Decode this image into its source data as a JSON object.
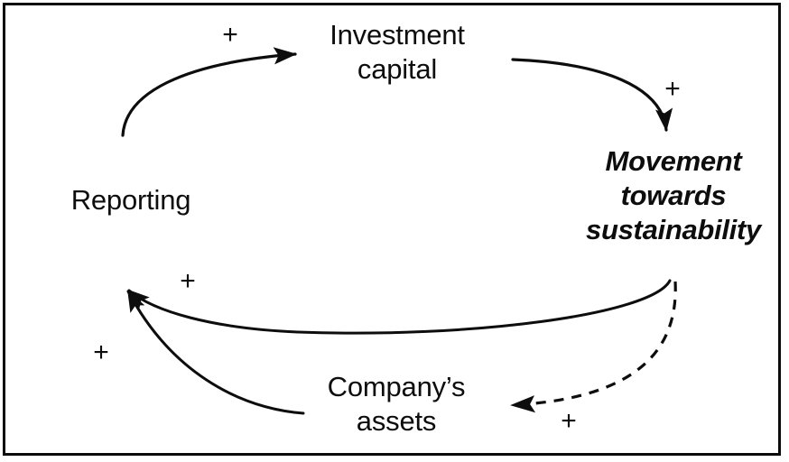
{
  "diagram": {
    "type": "causal-loop-diagram",
    "background_color": "#ffffff",
    "stroke_color": "#0d0d0d",
    "border_color": "#0b0b0b",
    "nodes": [
      {
        "id": "investment-capital",
        "label": "Investment\ncapital",
        "style": "regular"
      },
      {
        "id": "movement-towards-sustainability",
        "label": "Movement\ntowards\nsustainability",
        "style": "italic-bold"
      },
      {
        "id": "company-assets",
        "label": "Company’s\nassets",
        "style": "regular"
      },
      {
        "id": "reporting",
        "label": "Reporting",
        "style": "regular"
      }
    ],
    "links": [
      {
        "id": "reporting-to-investment",
        "from": "reporting",
        "to": "investment-capital",
        "polarity": "+",
        "line": "solid"
      },
      {
        "id": "investment-to-movement",
        "from": "investment-capital",
        "to": "movement-towards-sustainability",
        "polarity": "+",
        "line": "solid"
      },
      {
        "id": "movement-to-assets",
        "from": "movement-towards-sustainability",
        "to": "company-assets",
        "polarity": "+",
        "line": "dashed"
      },
      {
        "id": "movement-to-reporting",
        "from": "movement-towards-sustainability",
        "to": "reporting",
        "polarity": "+",
        "line": "solid"
      },
      {
        "id": "assets-to-reporting",
        "from": "company-assets",
        "to": "reporting",
        "polarity": "+",
        "line": "solid"
      }
    ]
  }
}
